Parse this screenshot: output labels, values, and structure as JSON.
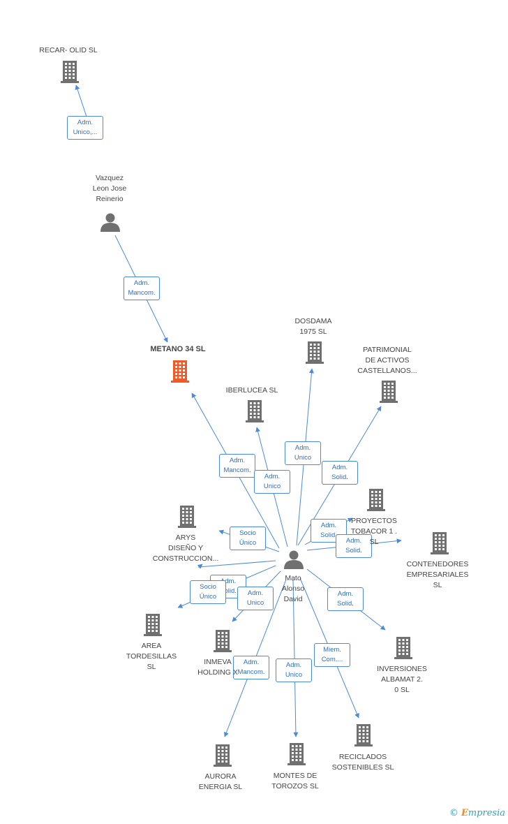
{
  "colors": {
    "edge": "#4a8ad8",
    "company": "#707070",
    "person": "#707070",
    "focus": "#f05a28"
  },
  "nodes": [
    {
      "id": "recar",
      "type": "company",
      "label": "RECAR- OLID SL"
    },
    {
      "id": "vazquez",
      "type": "person",
      "label": "Vazquez\nLeon Jose\nReinerio"
    },
    {
      "id": "metano",
      "type": "focus",
      "label": "METANO 34 SL"
    },
    {
      "id": "dosdama",
      "type": "company",
      "label": "DOSDAMA\n1975  SL"
    },
    {
      "id": "patrimonial",
      "type": "company",
      "label": "PATRIMONIAL\nDE ACTIVOS\nCASTELLANOS..."
    },
    {
      "id": "iberlucea",
      "type": "company",
      "label": "IBERLUCEA  SL"
    },
    {
      "id": "proyectos",
      "type": "company",
      "label": "PROYECTOS\nTOBACOR 1 .\nSL"
    },
    {
      "id": "arys",
      "type": "company",
      "label": "ARYS\nDISEÑO Y\nCONSTRUCCION..."
    },
    {
      "id": "contenedores",
      "type": "company",
      "label": "CONTENEDORES\nEMPRESARIALES SL"
    },
    {
      "id": "mato",
      "type": "person",
      "label": "Mato\nAlonso\nDavid"
    },
    {
      "id": "area",
      "type": "company",
      "label": "AREA\nTORDESILLAS\nSL"
    },
    {
      "id": "inmeva",
      "type": "company",
      "label": "INMEVA\nHOLDING X"
    },
    {
      "id": "inversiones",
      "type": "company",
      "label": "INVERSIONES\nALBAMAT 2.\n0  SL"
    },
    {
      "id": "aurora",
      "type": "company",
      "label": "AURORA\nENERGIA SL"
    },
    {
      "id": "montes",
      "type": "company",
      "label": "MONTES DE\nTOROZOS SL"
    },
    {
      "id": "reciclados",
      "type": "company",
      "label": "RECICLADOS\nSOSTENIBLES SL"
    }
  ],
  "edges": [
    {
      "from": "vazquez",
      "to": "recar",
      "label": "Adm.\nUnico,..."
    },
    {
      "from": "vazquez",
      "to": "metano",
      "label": "Adm.\nMancom."
    },
    {
      "from": "mato",
      "to": "metano",
      "label": "Adm.\nMancom."
    },
    {
      "from": "mato",
      "to": "iberlucea",
      "label": "Adm.\nUnico"
    },
    {
      "from": "mato",
      "to": "dosdama",
      "label": "Adm.\nUnico"
    },
    {
      "from": "mato",
      "to": "patrimonial",
      "label": "Adm.\nSolid."
    },
    {
      "from": "mato",
      "to": "proyectos",
      "label": "Adm.\nSolid."
    },
    {
      "from": "mato",
      "to": "contenedores",
      "label": "Adm.\nSolid."
    },
    {
      "from": "mato",
      "to": "arys",
      "label": "Socio\nÚnico"
    },
    {
      "from": "mato",
      "to": "arys",
      "label": "Adm.\nSolid."
    },
    {
      "from": "mato",
      "to": "area",
      "label": "Socio\nÚnico"
    },
    {
      "from": "mato",
      "to": "inmeva",
      "label": "Adm.\nUnico"
    },
    {
      "from": "mato",
      "to": "inversiones",
      "label": "Adm.\nSolid."
    },
    {
      "from": "mato",
      "to": "aurora",
      "label": "Adm.\nMancom."
    },
    {
      "from": "mato",
      "to": "montes",
      "label": "Adm.\nUnico"
    },
    {
      "from": "mato",
      "to": "reciclados",
      "label": "Miem.\nCom...."
    }
  ],
  "brand": {
    "copyright": "©",
    "initial": "E",
    "rest": "mpresia"
  }
}
